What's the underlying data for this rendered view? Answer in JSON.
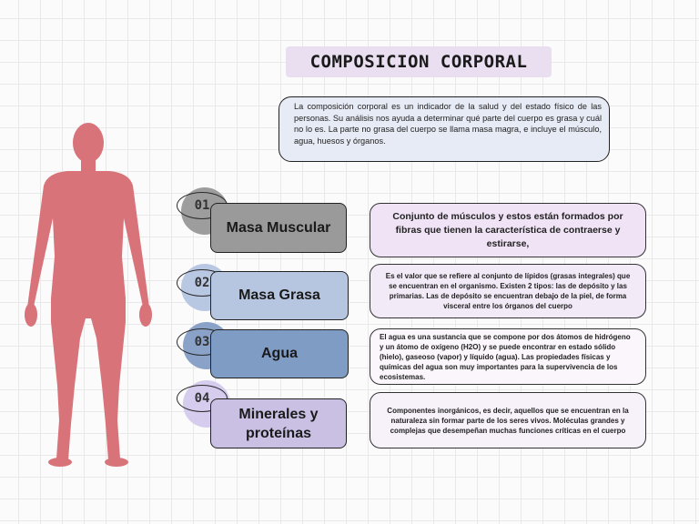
{
  "title": "COMPOSICION CORPORAL",
  "intro": "La composición corporal es un indicador de la salud y del estado físico de las personas. Su análisis nos ayuda a determinar qué parte del cuerpo es grasa y cuál no lo es. La parte no grasa del cuerpo se llama masa magra, e incluye el músculo, agua, huesos y órganos.",
  "colors": {
    "body": "#d9737a",
    "muscle_box": "#9a9a9a",
    "fat_box": "#b7c6e0",
    "water_box": "#7f9cc4",
    "minerals_box": "#c9c0e3"
  },
  "items": [
    {
      "number": "01",
      "label": "Masa Muscular",
      "description": "Conjunto de músculos y estos están formados por fibras que tienen la característica de contraerse y estirarse,"
    },
    {
      "number": "02",
      "label": "Masa Grasa",
      "description": "Es el valor que se refiere al conjunto de lípidos (grasas integrales) que se encuentran en el organismo. Existen 2 tipos: las de depósito y las primarias. Las de depósito se encuentran debajo de la piel, de forma visceral entre los órganos del cuerpo"
    },
    {
      "number": "03",
      "label": "Agua",
      "description": "El agua es una sustancia que se compone por dos átomos de hidrógeno y un átomo de oxígeno (H2O) y se puede encontrar en estado sólido (hielo), gaseoso (vapor) y líquido (agua). Las propiedades físicas y químicas del agua son muy importantes para la supervivencia de los ecosistemas."
    },
    {
      "number": "04",
      "label": "Minerales y proteínas",
      "description": "Componentes inorgánicos, es decir, aquellos que se encuentran en la naturaleza sin formar parte de los seres vivos. Moléculas grandes y complejas que desempeñan muchas funciones críticas en el cuerpo"
    }
  ]
}
